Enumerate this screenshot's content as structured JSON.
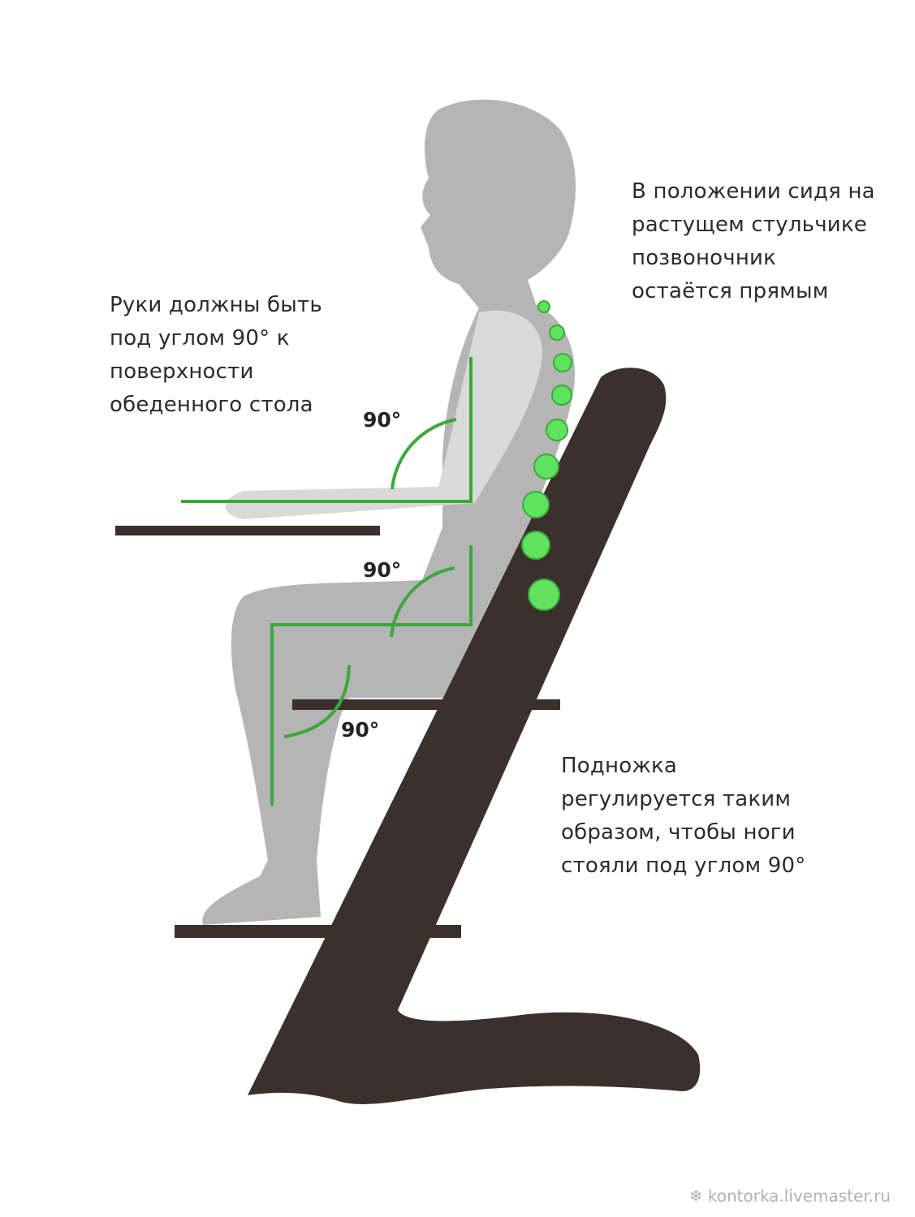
{
  "texts": {
    "spine_note": "В положении сидя на\nрастущем стульчике\nпозвоночник\nостаётся прямым",
    "arms_note": "Руки должны быть\nпод углом 90° к\nповерхности\nобеденного стола",
    "footrest_note": "Подножка\nрегулируется таким\nобразом, чтобы ноги\nстояли под углом 90°"
  },
  "angles": {
    "elbow": "90°",
    "hip": "90°",
    "knee": "90°"
  },
  "watermark": "kontorka.livemaster.ru",
  "colors": {
    "silhouette": "#b5b5b5",
    "silhouette_light": "#d9d9d9",
    "chair": "#3b302c",
    "guide": "#3aa93a",
    "spine": "#5fe35f"
  }
}
